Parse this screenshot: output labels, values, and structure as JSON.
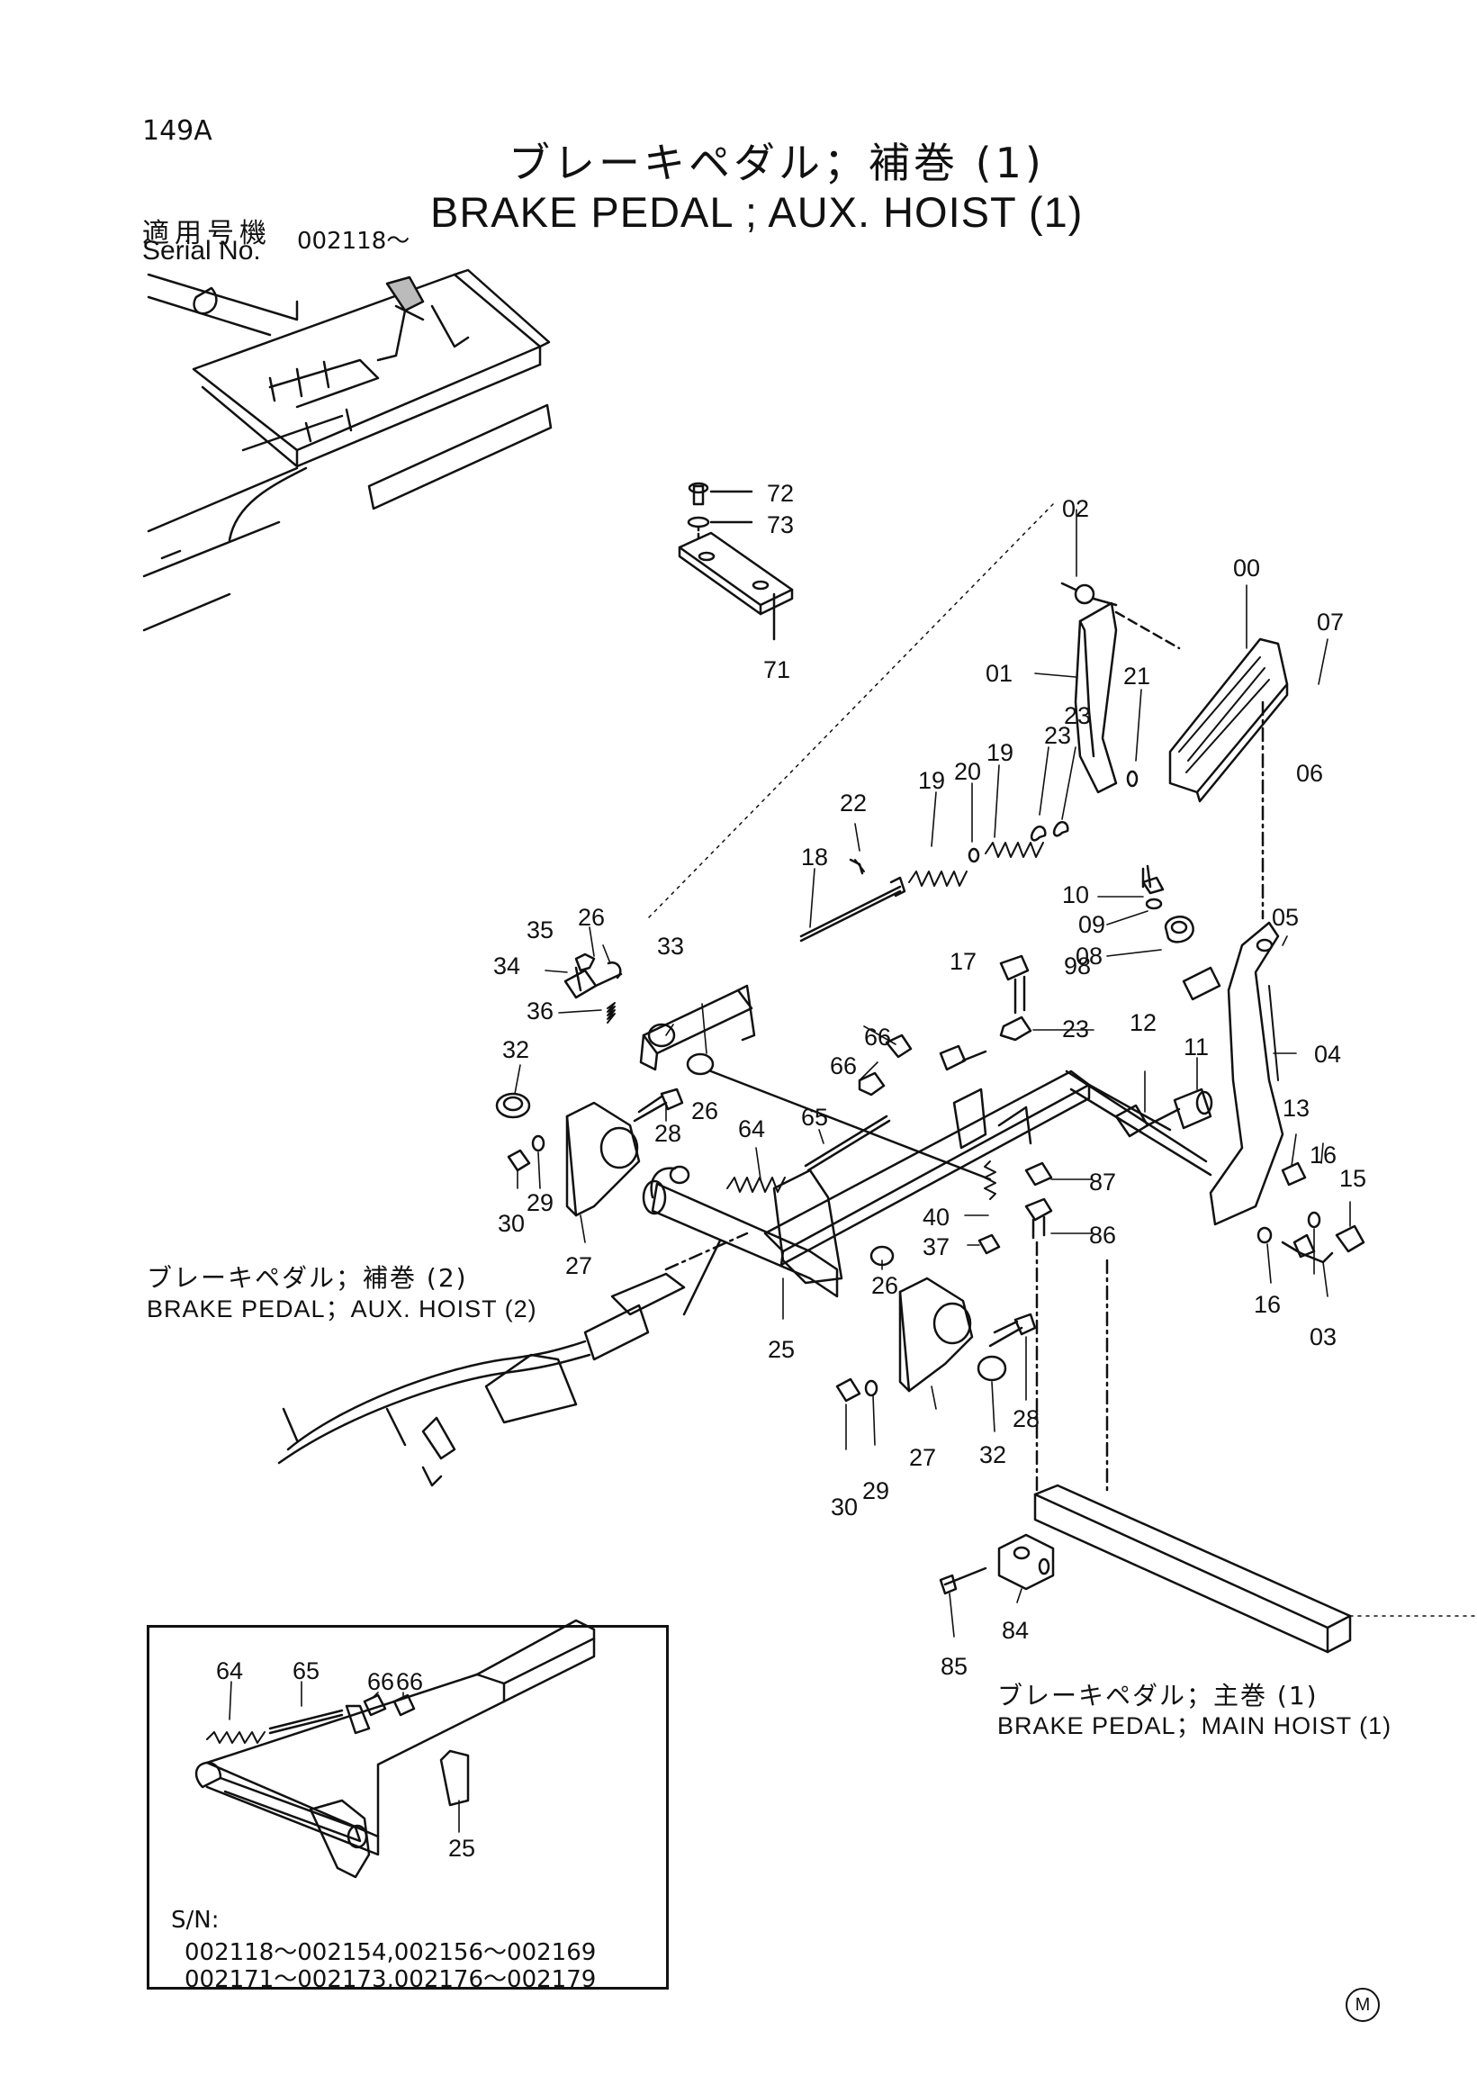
{
  "page": {
    "number": "149A",
    "title_jp": "ブレーキペダル；補巻 (1)",
    "title_en": "BRAKE PEDAL ; AUX. HOIST (1)",
    "serial_label_jp": "適用号機",
    "serial_label_en": "Serial No.",
    "serial_value": "002118～",
    "mark": "M"
  },
  "references": {
    "aux_hoist_2_jp": "ブレーキペダル；補巻 (2)",
    "aux_hoist_2_en": "BRAKE PEDAL；AUX. HOIST (2)",
    "main_hoist_1_jp": "ブレーキペダル；主巻 (1)",
    "main_hoist_1_en": "BRAKE PEDAL；MAIN HOIST (1)"
  },
  "inset": {
    "sn_label": "S/N:",
    "sn_line1": "002118～002154,002156～002169",
    "sn_line2": "002171～002173,002176～002179",
    "part_labels": [
      "64",
      "65",
      "66",
      "66",
      "25"
    ]
  },
  "part_labels": [
    "72",
    "73",
    "71",
    "02",
    "00",
    "07",
    "01",
    "21",
    "06",
    "23",
    "23",
    "19",
    "20",
    "19",
    "22",
    "18",
    "10",
    "09",
    "08",
    "05",
    "35",
    "26",
    "33",
    "34",
    "36",
    "32",
    "17",
    "98",
    "23",
    "12",
    "11",
    "04",
    "66",
    "66",
    "26",
    "13",
    "28",
    "64",
    "65",
    "16",
    "15",
    "30",
    "29",
    "87",
    "40",
    "86",
    "27",
    "37",
    "16",
    "03",
    "26",
    "25",
    "28",
    "27",
    "32",
    "30",
    "29",
    "84",
    "85"
  ]
}
